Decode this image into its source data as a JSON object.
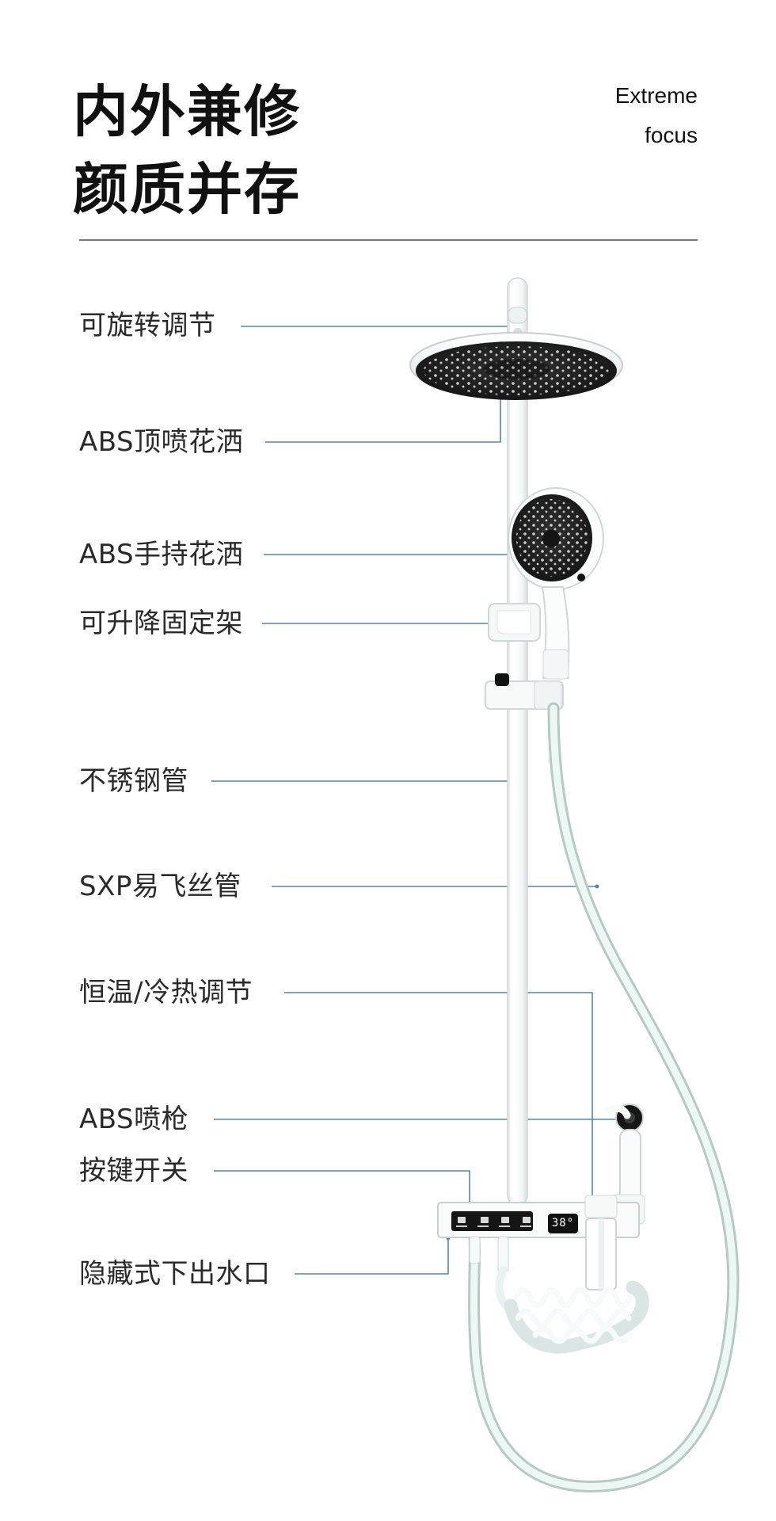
{
  "title": {
    "line1": "内外兼修",
    "line2": "颜质并存"
  },
  "english_tagline": {
    "line1": "Extreme",
    "line2": "focus"
  },
  "labels": [
    "可旋转调节",
    "ABS顶喷花洒",
    "ABS手持花洒",
    "可升降固定架",
    "不锈钢管",
    "SXP易飞丝管",
    "恒温/冷热调节",
    "ABS喷枪",
    "按键开关",
    "隐藏式下出水口"
  ],
  "display": {
    "temperature": "38°"
  },
  "colors": {
    "callout_line": "#5d83a5",
    "product_white": "#f8fbfb",
    "shower_face": "#1b1b1b",
    "hose": "#dff1ed"
  }
}
